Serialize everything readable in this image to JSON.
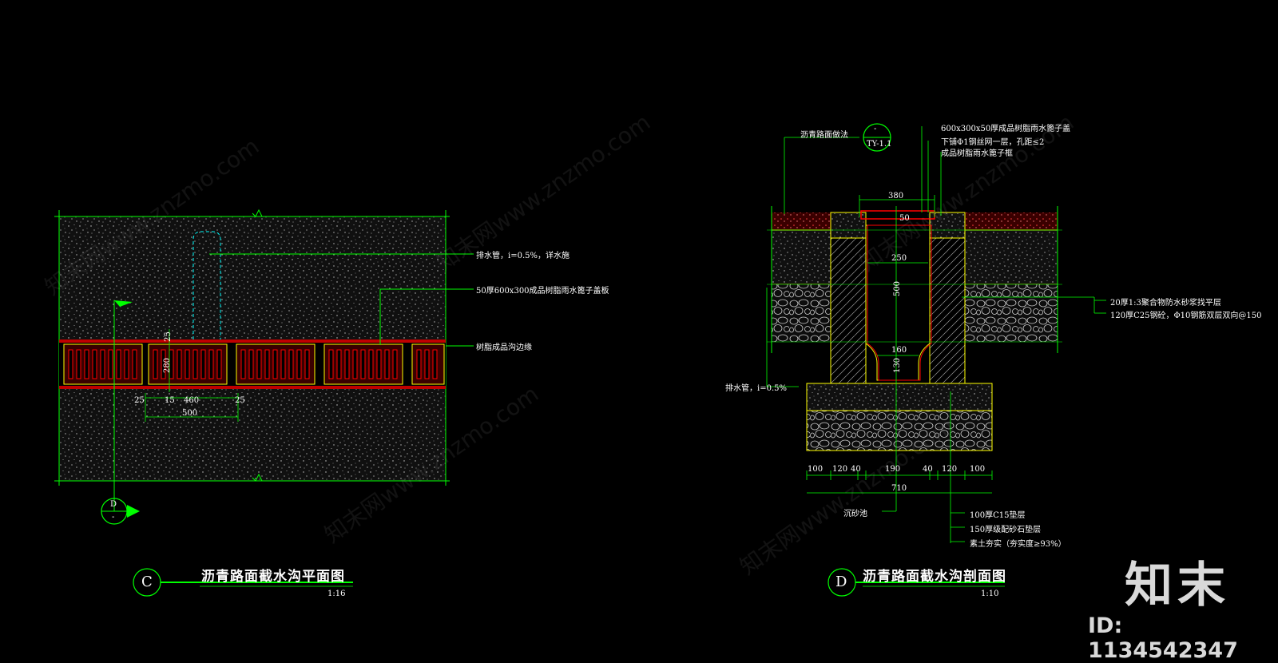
{
  "plan": {
    "title": "沥青路面截水沟平面图",
    "scale": "1:16",
    "symbol": "C",
    "section_mark_top": "D",
    "section_mark_bottom": "-",
    "notes": [
      "排水管，i=0.5%，详水施",
      "50厚600x300成品树脂雨水篦子盖板",
      "树脂成品沟边缘"
    ],
    "dims": {
      "d25": "25",
      "d280": "280",
      "d25b": "25",
      "d15": "15",
      "d460": "460",
      "d25c": "25",
      "d500": "500"
    }
  },
  "section": {
    "title": "沥青路面截水沟剖面图",
    "scale": "1:10",
    "symbol": "D",
    "ref_label": "沥青路面做法",
    "ref_top": "-",
    "ref_bottom": "TY-1.1",
    "notes_top": [
      "600x300x50厚成品树脂雨水篦子盖",
      "下铺Φ1钢丝网一层，孔距≤2",
      "成品树脂雨水篦子框"
    ],
    "notes_right": [
      "20厚1:3聚合物防水砂浆找平层",
      "120厚C25钢砼，Φ10钢筋双层双向@150"
    ],
    "note_pipe": "排水管，i=0.5%",
    "note_sand": "沉砂池",
    "notes_bottom": [
      "100厚C15垫层",
      "150厚级配砂石垫层",
      "素土夯实（夯实度≥93%）"
    ],
    "dims_top": {
      "w380": "380",
      "d50": "50",
      "d250": "250",
      "d500": "500",
      "d160": "160",
      "d130": "130"
    },
    "dims_bottom": [
      "100",
      "120",
      "40",
      "190",
      "40",
      "120",
      "100"
    ],
    "total": "710"
  },
  "brand": {
    "name": "知末",
    "id": "ID: 1134542347"
  },
  "watermark": "知末网www.znzmo.com",
  "colors": {
    "bg": "#000000",
    "line": "#00ff00",
    "yellow": "#ffff00",
    "red": "#ff0000",
    "cyan": "#00ffff",
    "white": "#ffffff"
  }
}
